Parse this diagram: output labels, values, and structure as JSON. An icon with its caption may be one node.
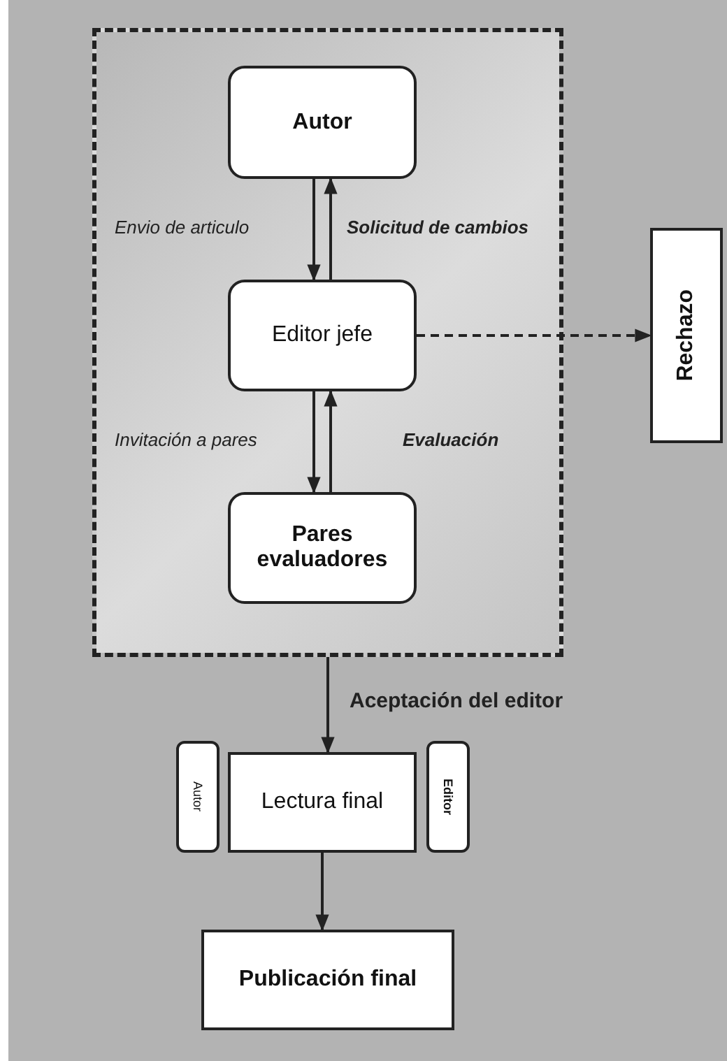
{
  "diagram": {
    "nodes": [
      {
        "text": [],
        "shape": "box"
      },
      {
        "text": [
          "Autor"
        ],
        "in": 0
      },
      {
        "text": [
          "Editor jefe"
        ],
        "in": 0
      },
      {
        "text": [
          "Pares evaluadores"
        ],
        "in": 0
      },
      {
        "text": [
          "Rechazo"
        ]
      },
      {
        "text": [
          "Autor"
        ]
      },
      {
        "text": [
          "Lectura final"
        ]
      },
      {
        "text": [
          "Editor"
        ]
      },
      {
        "text": [
          "Publicación final"
        ]
      }
    ],
    "edges": [
      {
        "from": 1,
        "to": 2,
        "arrow": "to",
        "label": "Envio de articulo"
      },
      {
        "from": 2,
        "to": 1,
        "arrow": "to",
        "label": "Solicitud de cambios"
      },
      {
        "from": 2,
        "to": 3,
        "arrow": "to",
        "label": "Invitación a pares"
      },
      {
        "from": 3,
        "to": 2,
        "arrow": "to",
        "label": "Evaluación"
      },
      {
        "from": 2,
        "to": 4,
        "arrow": "to",
        "style": "dashed"
      },
      {
        "from": 0,
        "to": 6,
        "arrow": "to",
        "label": "Aceptación del editor"
      },
      {
        "from": 6,
        "to": 8,
        "arrow": "to"
      }
    ]
  }
}
